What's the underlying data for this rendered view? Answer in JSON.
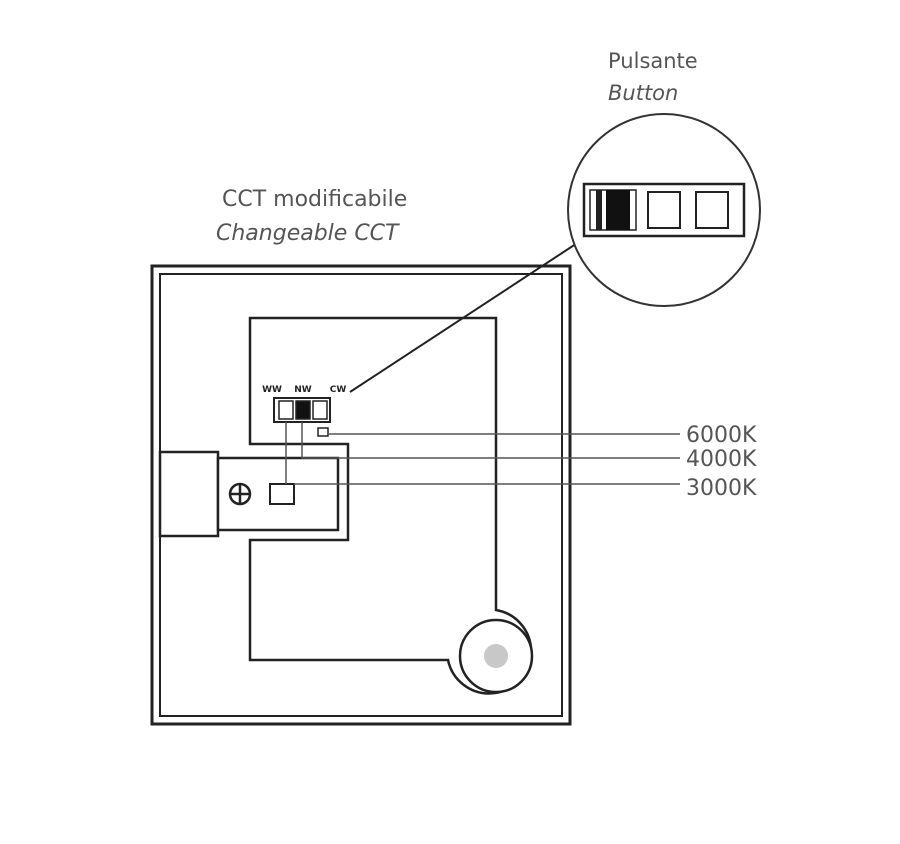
{
  "callout": {
    "title_it": "Pulsante",
    "title_en": "Button"
  },
  "cct": {
    "title_it": "CCT modificabile",
    "title_en": "Changeable CCT"
  },
  "switch_labels": [
    "WW",
    "NW",
    "CW"
  ],
  "temperatures": [
    "6000K",
    "4000K",
    "3000K"
  ],
  "colors": {
    "line": "#222222",
    "text": "#555555",
    "indicator": "#c8c8c8"
  }
}
